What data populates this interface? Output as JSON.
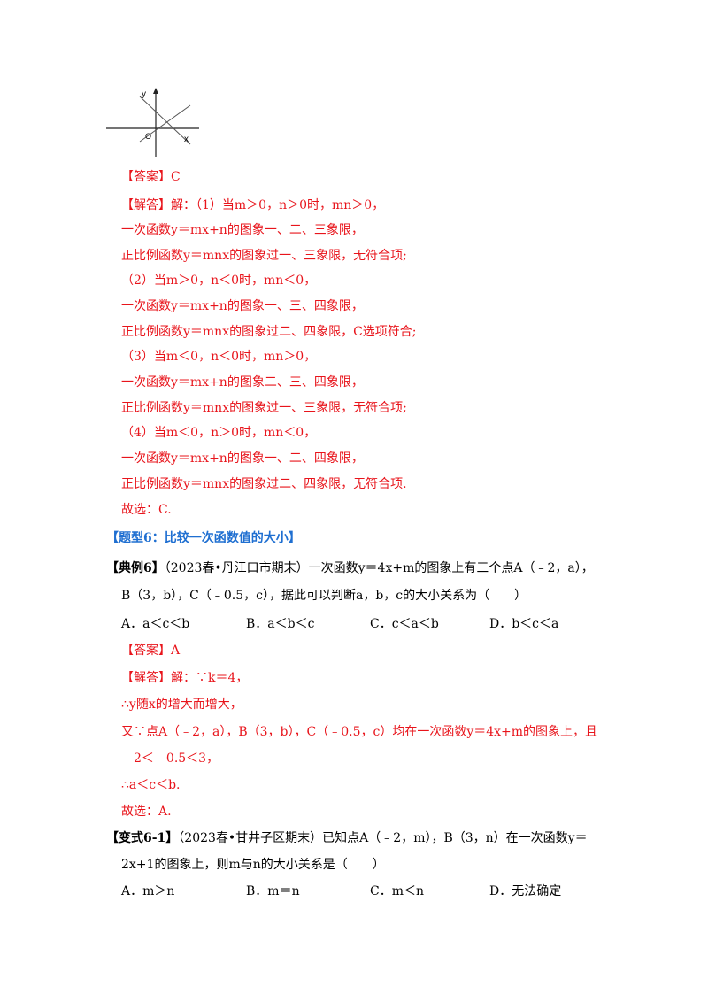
{
  "figure": {
    "y_label": "y",
    "x_label": "x",
    "origin_label": "O"
  },
  "q5": {
    "answer": "【答案】C",
    "lines": [
      "【解答】解：（1）当m＞0，n＞0时，mn＞0，",
      "一次函数y＝mx+n的图象一、二、三象限，",
      "正比例函数y＝mnx的图象过一、三象限，无符合项;",
      "（2）当m＞0，n＜0时，mn＜0，",
      "一次函数y＝mx+n的图象一、三、四象限，",
      "正比例函数y＝mnx的图象过二、四象限，C选项符合;",
      "（3）当m＜0，n＜0时，mn＞0，",
      "一次函数y＝mx+n的图象二、三、四象限，",
      "正比例函数y＝mnx的图象过一、三象限，无符合项;",
      "（4）当m＜0，n＞0时，mn＜0，",
      "一次函数y＝mx+n的图象一、二、四象限，",
      "正比例函数y＝mnx的图象过二、四象限，无符合项.",
      "故选：C."
    ]
  },
  "section_title": "【题型6：比较一次函数值的大小】",
  "example6": {
    "label": "【典例6】",
    "text1": "（2023春•丹江口市期末）一次函数y＝4x+m的图象上有三个点A（﹣2，a），",
    "text2": "B（3，b），C（﹣0.5，c），据此可以判断a，b，c的大小关系为（　　）",
    "options": [
      "A．a＜c＜b",
      "B．a＜b＜c",
      "C．c＜a＜b",
      "D．b＜c＜a"
    ],
    "answer": "【答案】A",
    "solution": [
      "【解答】解：∵k＝4，",
      "∴y随x的增大而增大，",
      "又∵点A（﹣2，a），B（3，b），C（﹣0.5，c）均在一次函数y＝4x+m的图象上，且",
      "﹣2＜﹣0.5＜3，",
      "∴a＜c＜b.",
      "故选：A."
    ]
  },
  "variant61": {
    "label": "【变式6-1】",
    "text1": "（2023春•甘井子区期末）已知点A（﹣2，m），B（3，n）在一次函数y＝",
    "text2": "2x+1的图象上，则m与n的大小关系是（　　）",
    "options": [
      "A．m＞n",
      "B．m＝n",
      "C．m＜n",
      "D．无法确定"
    ]
  }
}
